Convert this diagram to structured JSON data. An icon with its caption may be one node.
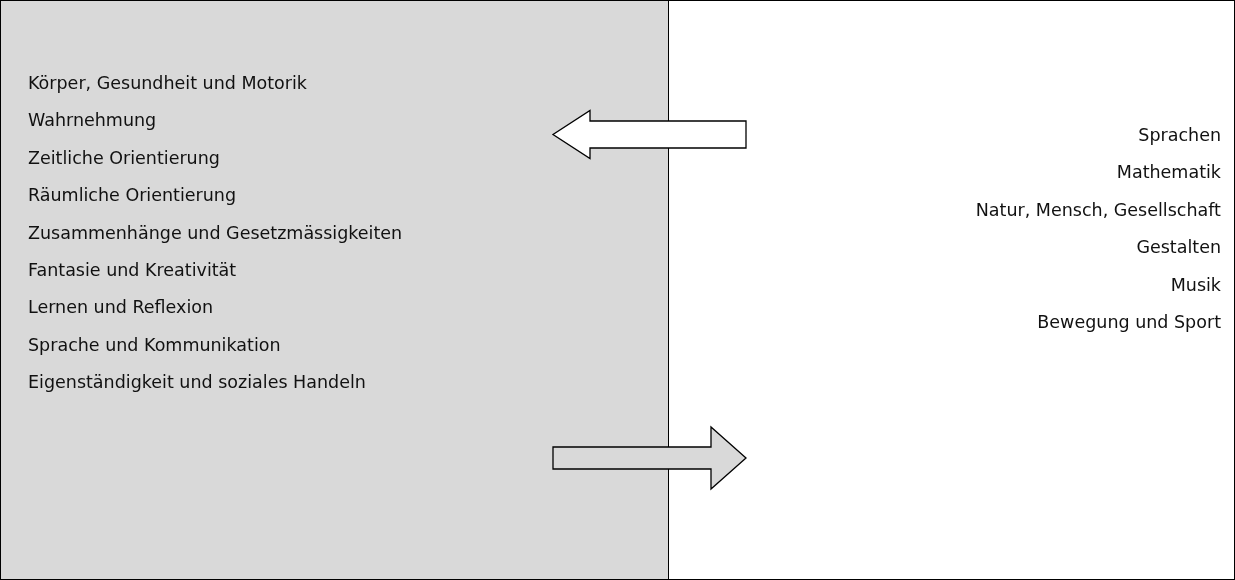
{
  "diagram": {
    "nodes": [
      {
        "text": [
          "Körper, Gesundheit und Motorik",
          "Wahrnehmung",
          "Zeitliche Orientierung",
          "Räumliche Orientierung",
          "Zusammenhänge und Gesetzmässigkeiten",
          "Fantasie und Kreativität",
          "Lernen und Reflexion",
          "Sprache und Kommunikation",
          "Eigenständigkeit und soziales Handeln"
        ]
      },
      {
        "text": [
          "Sprachen",
          "Mathematik",
          "Natur, Mensch, Gesellschaft",
          "Gestalten",
          "Musik",
          "Bewegung und Sport"
        ]
      }
    ],
    "edges": [
      {
        "from": 1,
        "to": 0,
        "arrow": "to"
      },
      {
        "from": 0,
        "to": 1,
        "arrow": "to"
      }
    ]
  }
}
